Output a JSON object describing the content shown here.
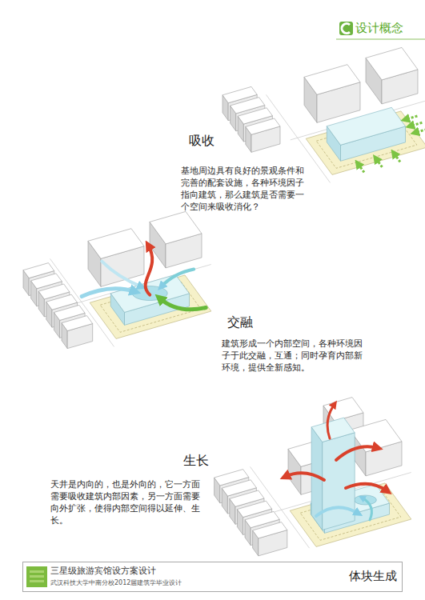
{
  "diagram": {
    "title": "设计概念",
    "nodes": [
      {
        "text": [
          "三星级旅游宾馆设方案设计",
          "武汉科技大学中南分校2012届建筑学毕业设计",
          "体块生成"
        ]
      }
    ],
    "labels": [
      "吸收",
      "基地周边具有良好的景观条件和完善的配套设施，各种环境因子指向建筑，那么建筑是否需要一个空间来吸收消化？",
      "交融",
      "建筑形成一个内部空间，各种环境因子于此交融，互通；同时孕育内部新环境，提供全新感知。",
      "生长",
      "天井是内向的，也是外向的，它一方面需要吸收建筑内部因素，另一方面需要向外扩张，使得内部空间得以延伸、生长。"
    ]
  }
}
